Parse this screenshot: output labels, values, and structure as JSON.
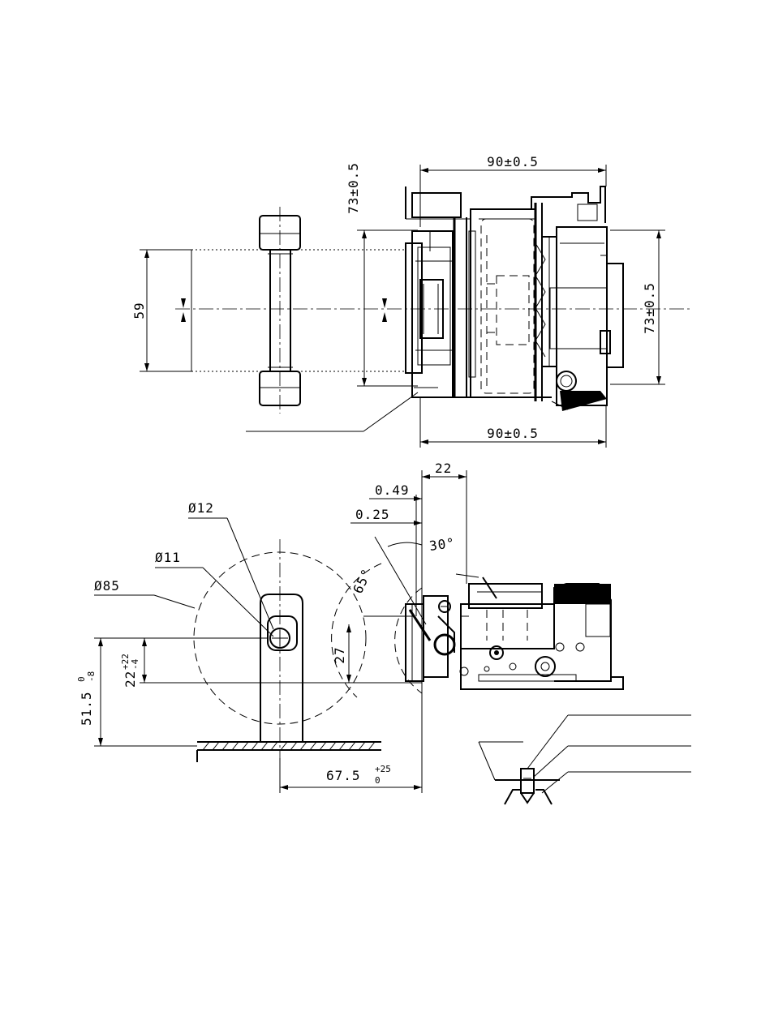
{
  "dimensions": {
    "top_width": "90±0.5",
    "bottom_width": "90±0.5",
    "left_height": "73±0.5",
    "right_height": "73±0.5",
    "roll_width": "59",
    "side_22": "22",
    "side_049": "0.49",
    "side_025": "0.25",
    "angle_30": "30°",
    "angle_65": "65°",
    "height_27": "27",
    "dia_12": "Ø12",
    "dia_11": "Ø11",
    "dia_85": "Ø85",
    "h22_base": "22",
    "h22_upper": "+22",
    "h22_lower": "-4",
    "h515_base": "51.5",
    "h515_upper": "0",
    "h515_lower": "-8",
    "w675_base": "67.5",
    "w675_upper": "+25",
    "w675_lower": "0"
  }
}
